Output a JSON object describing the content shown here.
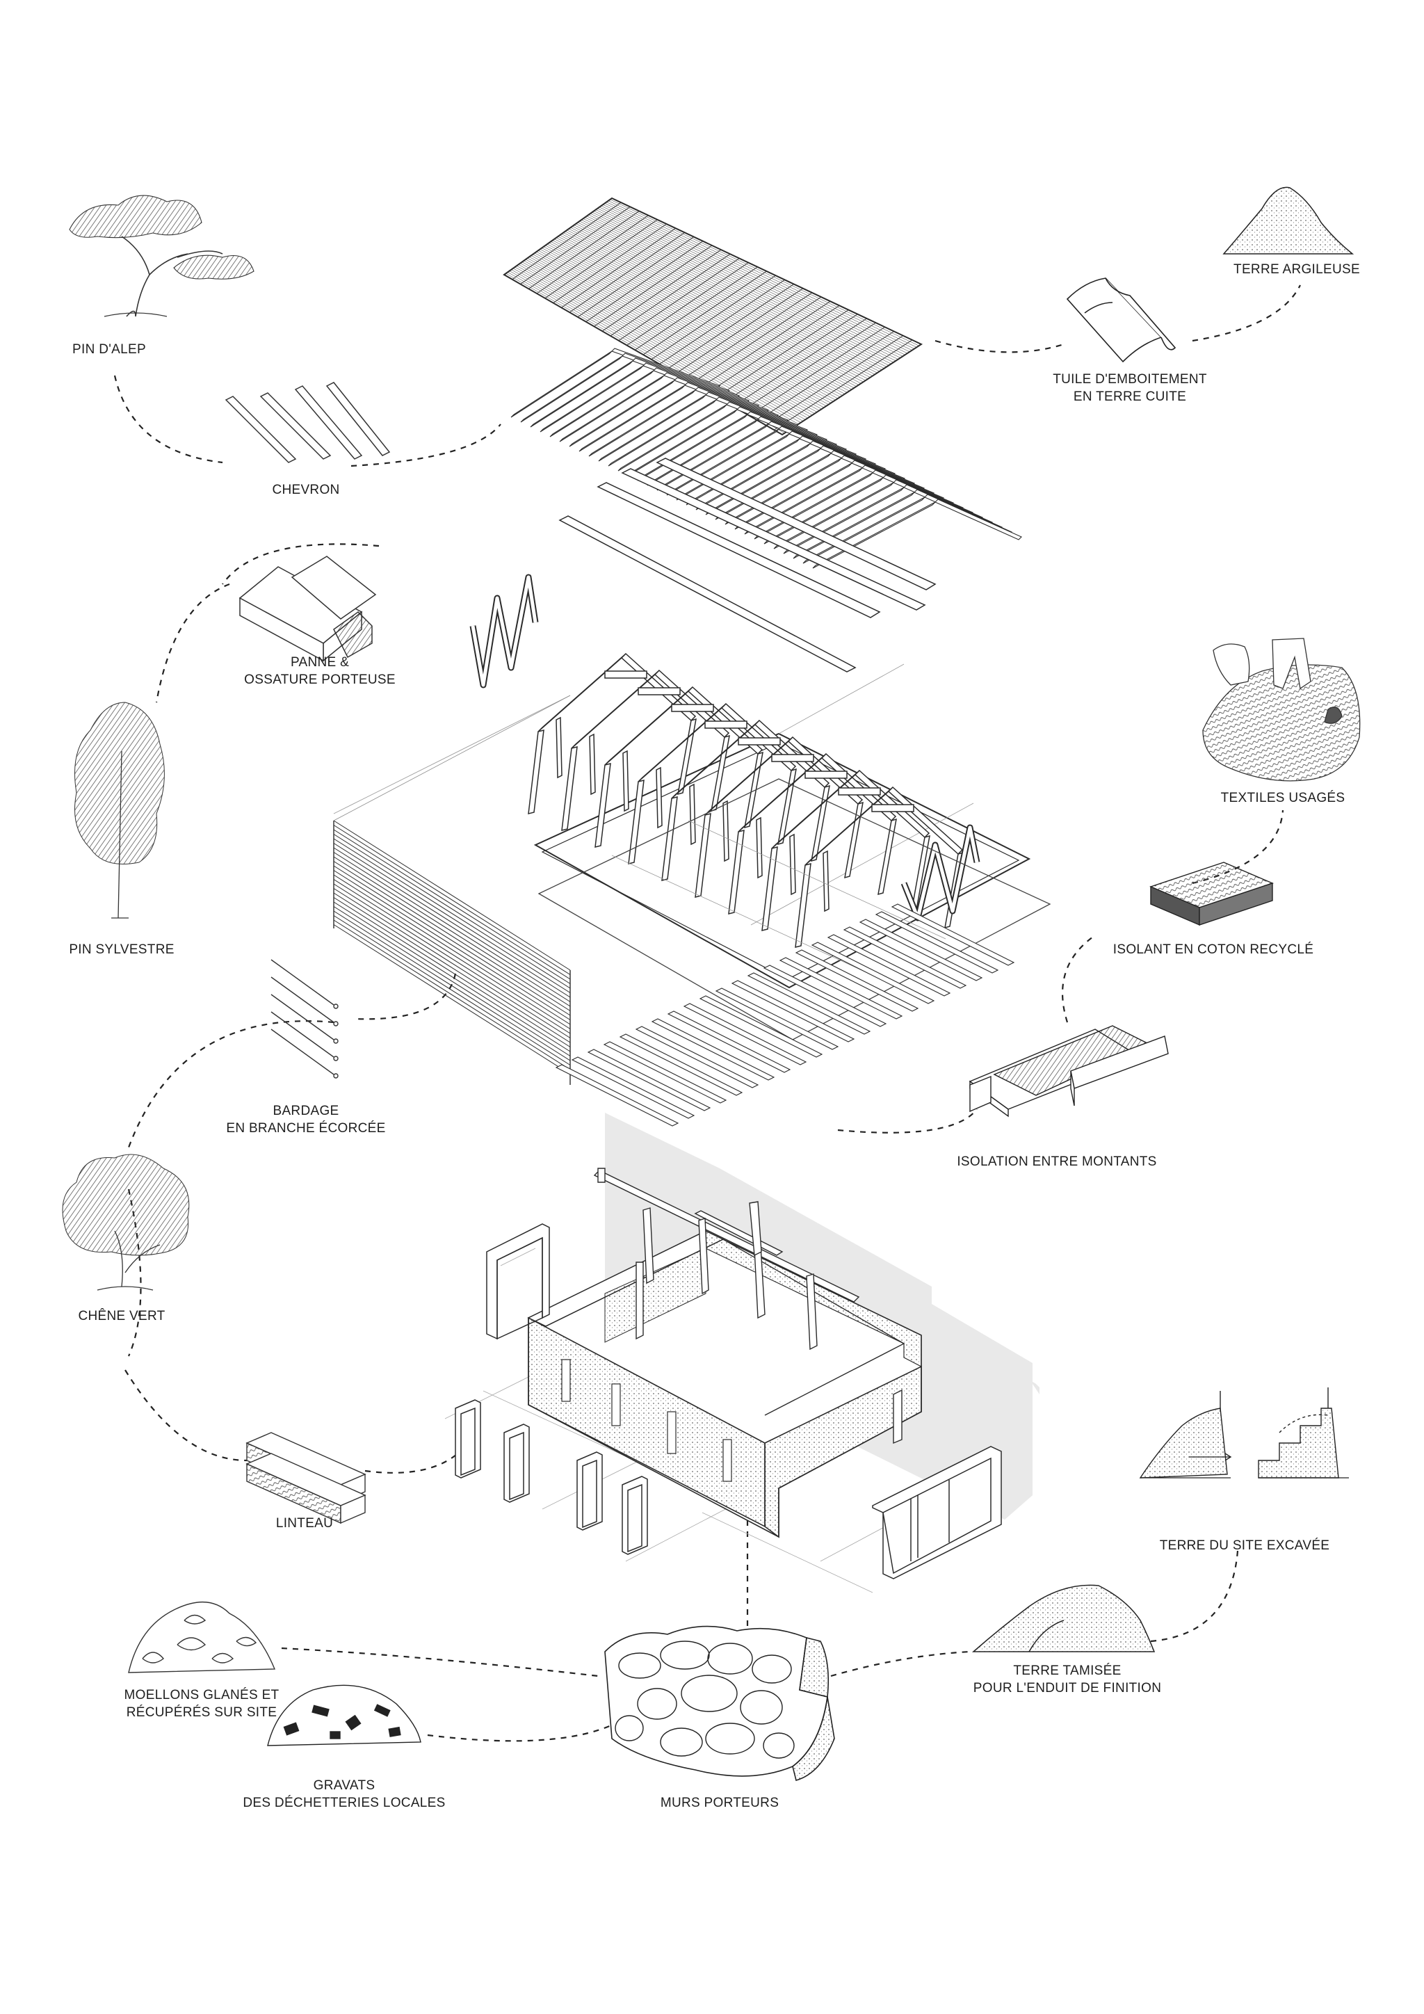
{
  "labels": {
    "pin_alep": "PIN D'ALEP",
    "chevron": "CHEVRON",
    "panne_1": "PANNE &",
    "panne_2": "OSSATURE PORTEUSE",
    "pin_sylvestre": "PIN SYLVESTRE",
    "bardage_1": "BARDAGE",
    "bardage_2": "EN BRANCHE ÉCORCÉE",
    "chene_vert": "CHÊNE VERT",
    "linteau": "LINTEAU",
    "moellons_1": "MOELLONS GLANÉS ET",
    "moellons_2": "RÉCUPÉRÉS SUR SITE",
    "gravats_1": "GRAVATS",
    "gravats_2": "DES DÉCHETTERIES LOCALES",
    "murs_porteurs": "MURS PORTEURS",
    "terre_tamisee_1": "TERRE TAMISÉE",
    "terre_tamisee_2": "POUR L'ENDUIT DE FINITION",
    "terre_site": "TERRE DU SITE EXCAVÉE",
    "isolation_montants": "ISOLATION ENTRE MONTANTS",
    "isolant_coton": "ISOLANT EN COTON RECYCLÉ",
    "textiles": "TEXTILES USAGÉS",
    "tuile_1": "TUILE D'EMBOITEMENT",
    "tuile_2": "EN TERRE CUITE",
    "terre_argileuse": "TERRE ARGILEUSE"
  },
  "icons": [
    "pine-tree-icon",
    "scots-pine-icon",
    "oak-tree-icon",
    "rafter-sticks-icon",
    "beam-stack-icon",
    "branch-sticks-icon",
    "lintel-blocks-icon",
    "rubble-pile-icon",
    "stone-wall-section-icon",
    "sifted-earth-pile-icon",
    "excavated-earth-icon",
    "insulation-panel-icon",
    "cotton-block-icon",
    "used-textiles-icon",
    "roof-tile-icon",
    "clay-earth-icon"
  ],
  "colors": {
    "ink": "#1e1e1e",
    "line": "#2b2b2b",
    "shadow": "#e6e6e6",
    "paper": "#ffffff"
  }
}
